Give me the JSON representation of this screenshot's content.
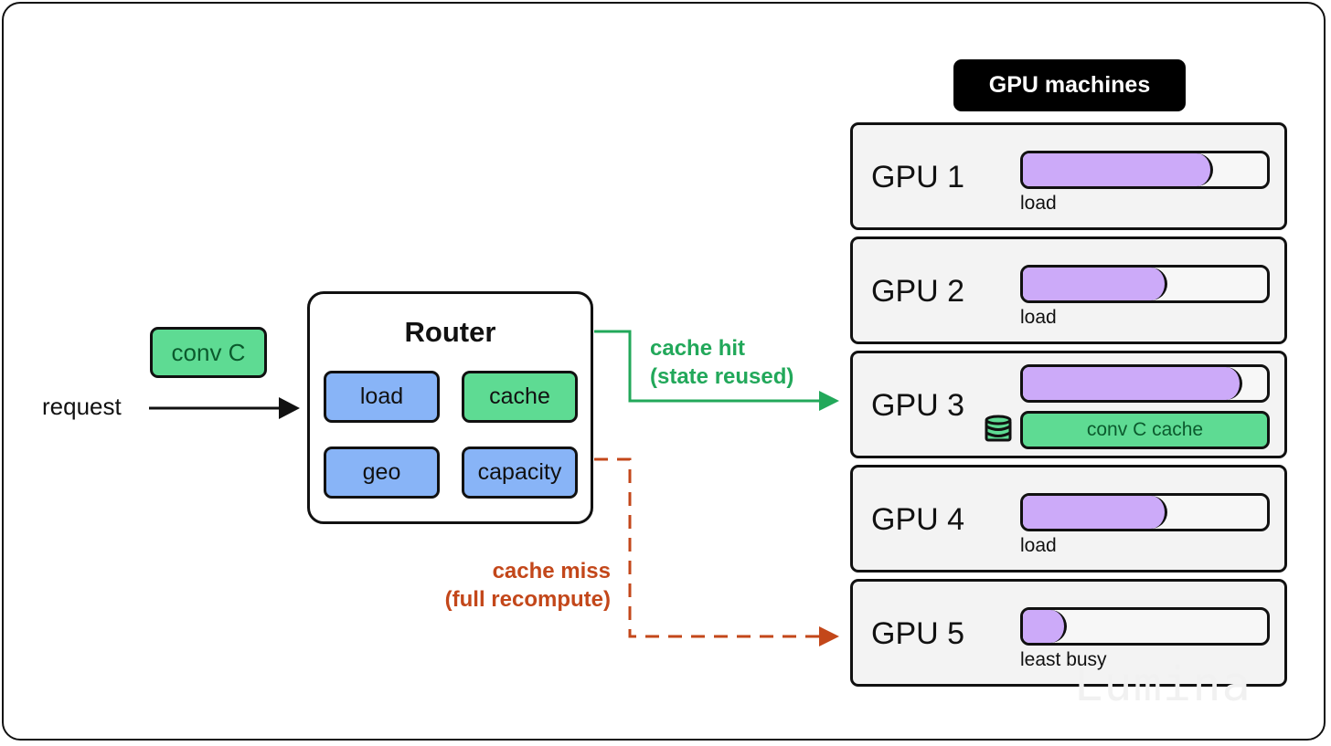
{
  "colors": {
    "router_chip_blue": "#88b4f7",
    "cache_green": "#5edb93",
    "hit_green": "#22a85a",
    "miss_orange": "#c3471a",
    "load_purple": "#ccaaf9",
    "card_grey": "#f3f3f3"
  },
  "conv_tag": "conv C",
  "request_label": "request",
  "router": {
    "title": "Router",
    "chips": {
      "load": "load",
      "cache": "cache",
      "geo": "geo",
      "capacity": "capacity"
    }
  },
  "edges": {
    "hit_line1": "cache hit",
    "hit_line2": "(state reused)",
    "miss_line1": "cache miss",
    "miss_line2": "(full recompute)"
  },
  "gpu_header": "GPU machines",
  "gpus": [
    {
      "name": "GPU 1",
      "load_fraction": 0.78,
      "label": "load"
    },
    {
      "name": "GPU 2",
      "load_fraction": 0.59,
      "label": "load"
    },
    {
      "name": "GPU 3",
      "load_fraction": 0.9,
      "cache_label": "conv C cache",
      "icon": "database-icon"
    },
    {
      "name": "GPU 4",
      "load_fraction": 0.59,
      "label": "load"
    },
    {
      "name": "GPU 5",
      "load_fraction": 0.18,
      "label": "least busy"
    }
  ],
  "watermark": "Lumina"
}
